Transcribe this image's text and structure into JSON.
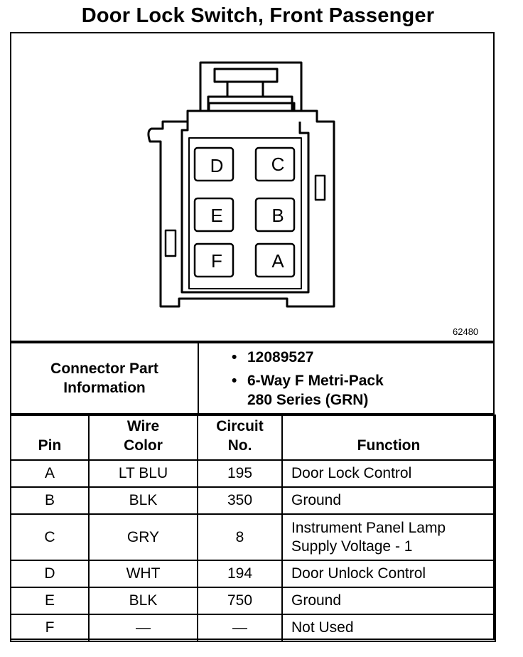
{
  "title": "Door Lock Switch, Front Passenger",
  "diagram": {
    "drawing_number": "62480",
    "cavity_labels": [
      "D",
      "C",
      "E",
      "B",
      "F",
      "A"
    ]
  },
  "connector_info": {
    "label_line1": "Connector Part",
    "label_line2": "Information",
    "bullet": "•",
    "part_number": "12089527",
    "desc_line1": "6-Way F Metri-Pack",
    "desc_line2": "280 Series (GRN)"
  },
  "table": {
    "headers": {
      "pin": "Pin",
      "wire1": "Wire",
      "wire2": "Color",
      "circuit1": "Circuit",
      "circuit2": "No.",
      "function": "Function"
    },
    "rows": [
      {
        "pin": "A",
        "color": "LT BLU",
        "circuit": "195",
        "func1": "Door Lock Control",
        "func2": ""
      },
      {
        "pin": "B",
        "color": "BLK",
        "circuit": "350",
        "func1": "Ground",
        "func2": ""
      },
      {
        "pin": "C",
        "color": "GRY",
        "circuit": "8",
        "func1": "Instrument Panel Lamp",
        "func2": "Supply Voltage - 1"
      },
      {
        "pin": "D",
        "color": "WHT",
        "circuit": "194",
        "func1": "Door Unlock Control",
        "func2": ""
      },
      {
        "pin": "E",
        "color": "BLK",
        "circuit": "750",
        "func1": "Ground",
        "func2": ""
      },
      {
        "pin": "F",
        "color": "—",
        "circuit": "—",
        "func1": "Not Used",
        "func2": ""
      }
    ]
  }
}
